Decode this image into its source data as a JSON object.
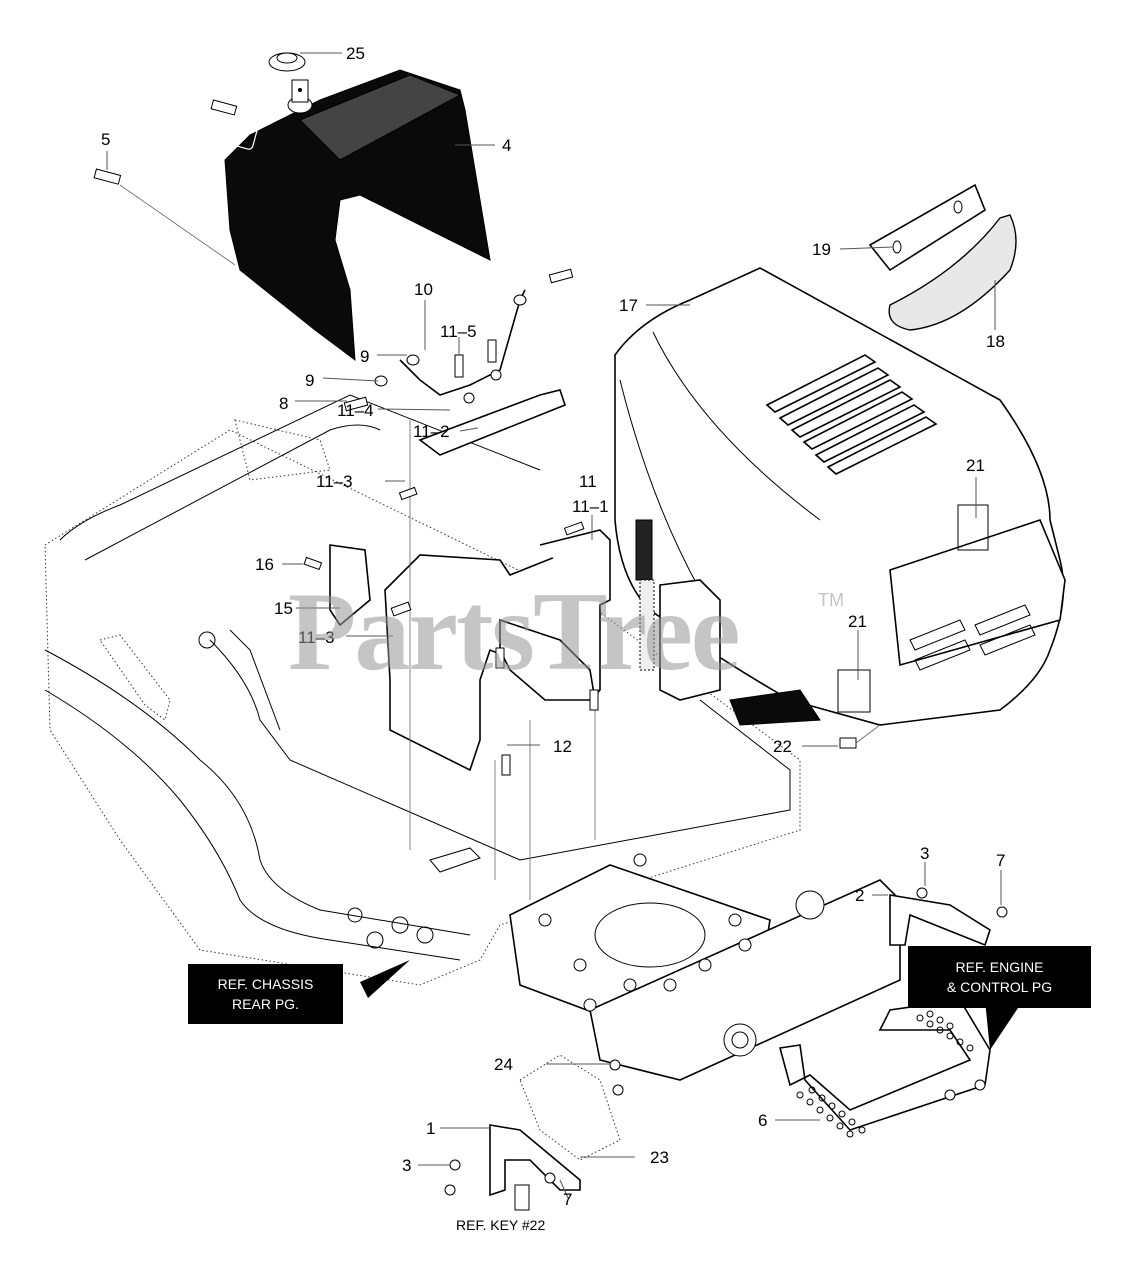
{
  "diagram": {
    "title": "Hood / Dashboard / Chassis Front Parts Diagram",
    "watermark": "PartsTree",
    "trademark": "TM",
    "callouts": [
      {
        "id": "25",
        "label": "25"
      },
      {
        "id": "4",
        "label": "4"
      },
      {
        "id": "5",
        "label": "5"
      },
      {
        "id": "10",
        "label": "10"
      },
      {
        "id": "11-5",
        "label": "11–5"
      },
      {
        "id": "9a",
        "label": "9"
      },
      {
        "id": "9b",
        "label": "9"
      },
      {
        "id": "8",
        "label": "8"
      },
      {
        "id": "11-4",
        "label": "11–4"
      },
      {
        "id": "11-2",
        "label": "11–2"
      },
      {
        "id": "11-3a",
        "label": "11–3"
      },
      {
        "id": "16",
        "label": "16"
      },
      {
        "id": "15",
        "label": "15"
      },
      {
        "id": "11-3b",
        "label": "11–3"
      },
      {
        "id": "11",
        "label": "11"
      },
      {
        "id": "11-1",
        "label": "11–1"
      },
      {
        "id": "12",
        "label": "12"
      },
      {
        "id": "17",
        "label": "17"
      },
      {
        "id": "19",
        "label": "19"
      },
      {
        "id": "18",
        "label": "18"
      },
      {
        "id": "21a",
        "label": "21"
      },
      {
        "id": "21b",
        "label": "21"
      },
      {
        "id": "22",
        "label": "22"
      },
      {
        "id": "3a",
        "label": "3"
      },
      {
        "id": "7a",
        "label": "7"
      },
      {
        "id": "2",
        "label": "2"
      },
      {
        "id": "24",
        "label": "24"
      },
      {
        "id": "1",
        "label": "1"
      },
      {
        "id": "3b",
        "label": "3"
      },
      {
        "id": "23",
        "label": "23"
      },
      {
        "id": "7b",
        "label": "7"
      },
      {
        "id": "6",
        "label": "6"
      }
    ],
    "reference_boxes": {
      "chassis_rear": {
        "line1": "REF. CHASSIS",
        "line2": "REAR PG."
      },
      "engine_control": {
        "line1": "REF. ENGINE",
        "line2": "& CONTROL PG"
      }
    },
    "ref_key": "REF. KEY #22"
  }
}
